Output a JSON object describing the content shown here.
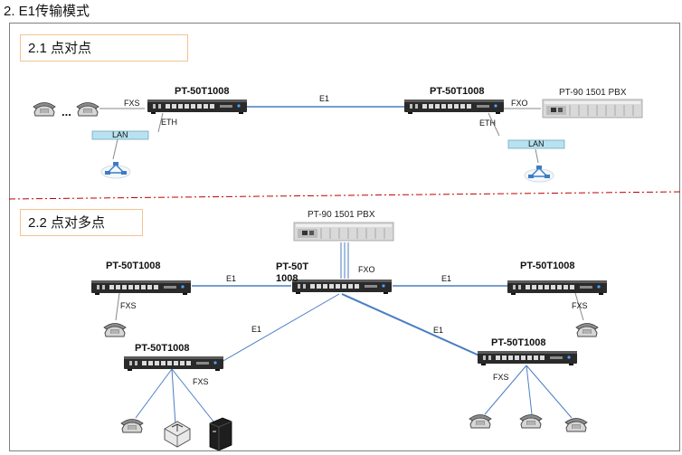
{
  "title": "2. E1传输模式",
  "section1": {
    "heading": "2.1 点对点"
  },
  "section2": {
    "heading": "2.2 点对多点"
  },
  "labels": {
    "device": "PT-50T1008",
    "device_wrap_1": "PT-50T",
    "device_wrap_2": "1008",
    "pbx": "PT-90 1501 PBX",
    "e1": "E1",
    "fxs": "FXS",
    "fxo": "FXO",
    "eth": "ETH",
    "lan": "LAN",
    "ellipsis": "..."
  },
  "colors": {
    "section_border": "#f2c48f",
    "frame_border": "#7f7f7f",
    "link_blue": "#4a7ec2",
    "divider_red": "#c00000",
    "lan_fill": "#b8e2ef",
    "device_body": "#2a2a2a"
  },
  "icons": [
    "telephone-icon",
    "network-cloud-icon",
    "switch-icon",
    "pc-tower-icon",
    "pbx-icon",
    "gateway-device-icon"
  ]
}
